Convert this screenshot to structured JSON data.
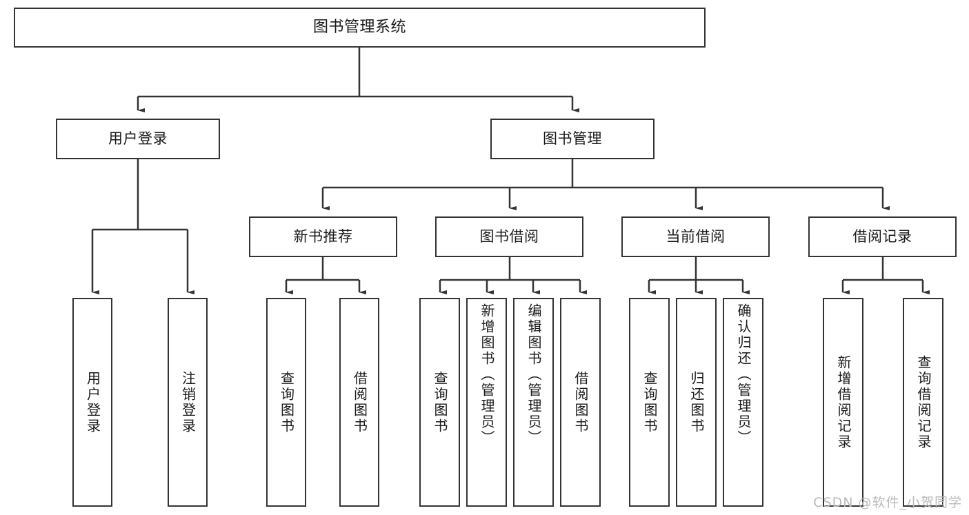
{
  "diagram": {
    "title": "图书管理系统",
    "type": "tree",
    "watermark": "CSDN @软件_小贺同学",
    "colors": {
      "stroke": "#333333",
      "fill": "#ffffff",
      "text": "#1a1a1a",
      "watermark": "#b9b9b9"
    },
    "root": {
      "label": "图书管理系统"
    },
    "level2": [
      {
        "label": "用户登录"
      },
      {
        "label": "图书管理"
      }
    ],
    "level3": [
      {
        "label": "新书推荐"
      },
      {
        "label": "图书借阅"
      },
      {
        "label": "当前借阅"
      },
      {
        "label": "借阅记录"
      }
    ],
    "leaves": {
      "user_login": [
        {
          "label": "用户登录"
        },
        {
          "label": "注销登录"
        }
      ],
      "new_book_recommend": [
        {
          "label": "查询图书"
        },
        {
          "label": "借阅图书"
        }
      ],
      "book_borrow": [
        {
          "label": "查询图书"
        },
        {
          "label": "新增图书（管理员）"
        },
        {
          "label": "编辑图书（管理员）"
        },
        {
          "label": "借阅图书"
        }
      ],
      "current_borrow": [
        {
          "label": "查询图书"
        },
        {
          "label": "归还图书"
        },
        {
          "label": "确认归还（管理员）"
        }
      ],
      "borrow_record": [
        {
          "label": "新增借阅记录"
        },
        {
          "label": "查询借阅记录"
        }
      ]
    }
  }
}
